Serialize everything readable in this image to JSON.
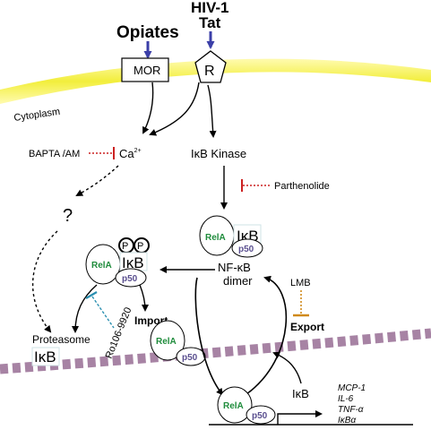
{
  "labels": {
    "opiates": "Opiates",
    "hiv_line1": "HIV-1",
    "hiv_line2": "Tat",
    "mor": "MOR",
    "receptor": "R",
    "cytoplasm": "Cytoplasm",
    "bapta": "BAPTA /AM",
    "calcium": "Ca",
    "calcium_sup": "2+",
    "ikb_kinase": "IκB Kinase",
    "parthenolide": "Parthenolide",
    "question": "?",
    "rela": "RelA",
    "p50": "p50",
    "p": "P",
    "ikb": "IκB",
    "nfkb_line1": "NF-κB",
    "nfkb_line2": "dimer",
    "lmb": "LMB",
    "import": "Import",
    "export": "Export",
    "proteasome": "Proteasome",
    "inhibitor": "Ro106-9920",
    "genes": [
      "MCP-1",
      "IL-6",
      "TNF-α",
      "IκBα"
    ]
  },
  "colors": {
    "membrane": "#f2ee3c",
    "receptor_arrow": "#3b3fa8",
    "inhibitor_red": "#cc2222",
    "lmb_orange": "#d08a1c",
    "ro_blue": "#2a8fb0",
    "rela_text": "#1f8c3c",
    "p50_text": "#5a4f8f",
    "nucleus_dash": "#8a5a86",
    "box_border": "#cfe3e6"
  }
}
